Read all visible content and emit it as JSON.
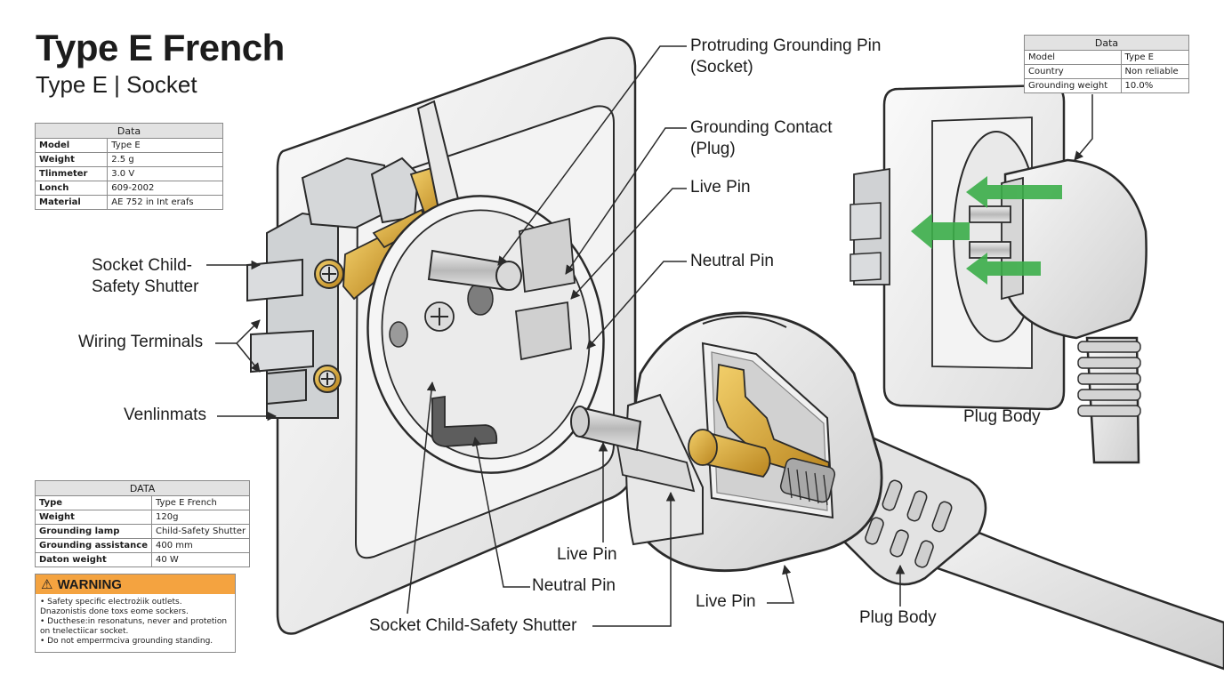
{
  "title": "Type E French",
  "subtitle": "Type E | Socket",
  "table_top_left": {
    "header": "Data",
    "rows": [
      {
        "key": "Model",
        "value": "Type E"
      },
      {
        "key": "Weight",
        "value": "2.5 g"
      },
      {
        "key": "Tlinmeter",
        "value": "3.0 V"
      },
      {
        "key": "Lonch",
        "value": "609-2002"
      },
      {
        "key": "Material",
        "value": "AE 752 in Int erafs"
      }
    ]
  },
  "table_top_right": {
    "header": "Data",
    "rows": [
      {
        "key": "Model",
        "value": "Type E"
      },
      {
        "key": "Country",
        "value": "Non reliable"
      },
      {
        "key": "Grounding weight",
        "value": "10.0%"
      }
    ]
  },
  "table_bottom_left": {
    "header": "DATA",
    "rows": [
      {
        "key": "Type",
        "value": "Type E French"
      },
      {
        "key": "Weight",
        "value": "120g"
      },
      {
        "key": "Grounding lamp",
        "value": "Child-Safety Shutter"
      },
      {
        "key": "Grounding assistance",
        "value": "400 mm"
      },
      {
        "key": "Daton weight",
        "value": "40 W"
      }
    ]
  },
  "warning": {
    "title": "WARNING",
    "icon": "warning-triangle-icon",
    "lines": [
      "• Safety specific electrоżiik outlets.",
      "  Dnazonistis done toxs eome sockers.",
      "• Ducthese:in resonatuns, never and protetion",
      "  on tnelectiicar socket.",
      "• Do not emperrmciva grounding standing."
    ]
  },
  "labels": {
    "protruding_pin": "Protruding Grounding Pin\n(Socket)",
    "grounding_contact": "Grounding Contact\n(Plug)",
    "live_pin_top": "Live Pin",
    "neutral_pin_right": "Neutral Pin",
    "socket_shutter_left": "Socket Child-\nSafety Shutter",
    "wiring_terminals": "Wiring Terminals",
    "venlinmats": "Venlinmats",
    "plug_body_right": "Plug Body",
    "live_pin_mid": "Live Pin",
    "neutral_pin_bottom": "Neutral Pin",
    "live_pin_bottom": "Live Pin",
    "plug_body_bottom": "Plug Body",
    "socket_shutter_bottom": "Socket Child-Safety Shutter"
  },
  "colors": {
    "line": "#2a2a2a",
    "body": "#eeeeee",
    "brass": "#d9a638",
    "arrow_green": "#3cae4a",
    "warning": "#f4a340"
  }
}
